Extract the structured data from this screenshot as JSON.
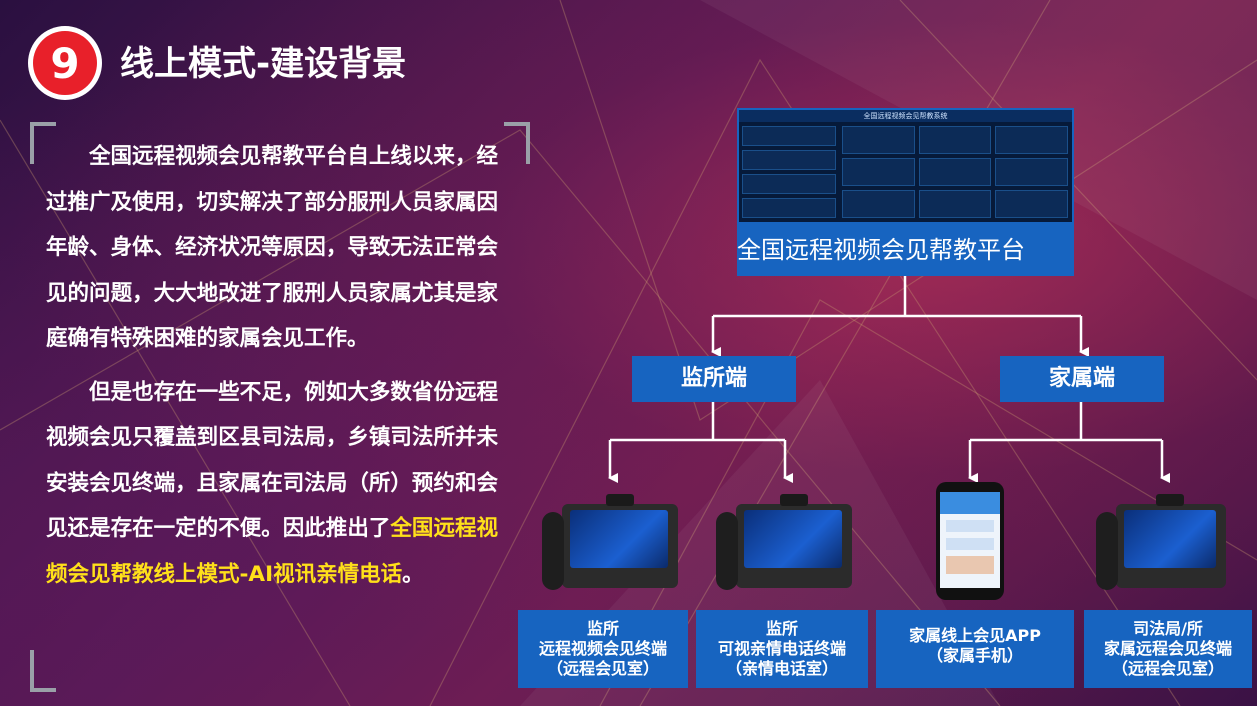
{
  "slide": {
    "number": "9",
    "title": "线上模式-建设背景"
  },
  "body": {
    "paragraph1": "全国远程视频会见帮教平台自上线以来，经过推广及使用，切实解决了部分服刑人员家属因年龄、身体、经济状况等原因，导致无法正常会见的问题，大大地改进了服刑人员家属尤其是家庭确有特殊困难的家属会见工作。",
    "paragraph2_plain": "但是也存在一些不足，例如大多数省份远程视频会见只覆盖到区县司法局，乡镇司法所并未安装会见终端，且家属在司法局（所）预约和会见还是存在一定的不便。因此推出了",
    "paragraph2_highlight": "全国远程视频会见帮教线上模式-AI视讯亲情电话",
    "paragraph2_end": "。"
  },
  "diagram": {
    "root_label": "全国远程视频会见帮教平台",
    "dashboard_title": "全国远程视频会见帮教系统",
    "branch_left": "监所端",
    "branch_right": "家属端",
    "leaves": [
      {
        "line1": "监所",
        "line2": "远程视频会见终端",
        "line3": "（远程会见室）"
      },
      {
        "line1": "监所",
        "line2": "可视亲情电话终端",
        "line3": "（亲情电话室）"
      },
      {
        "line1": "家属线上会见APP",
        "line2": "（家属手机）",
        "line3": ""
      },
      {
        "line1": "司法局/所",
        "line2": "家属远程会见终端",
        "line3": "（远程会见室）"
      }
    ]
  },
  "colors": {
    "accent_blue": "#1764c0",
    "badge_red": "#e8202a",
    "highlight_yellow": "#ffe01a",
    "connector": "#ffffff"
  }
}
